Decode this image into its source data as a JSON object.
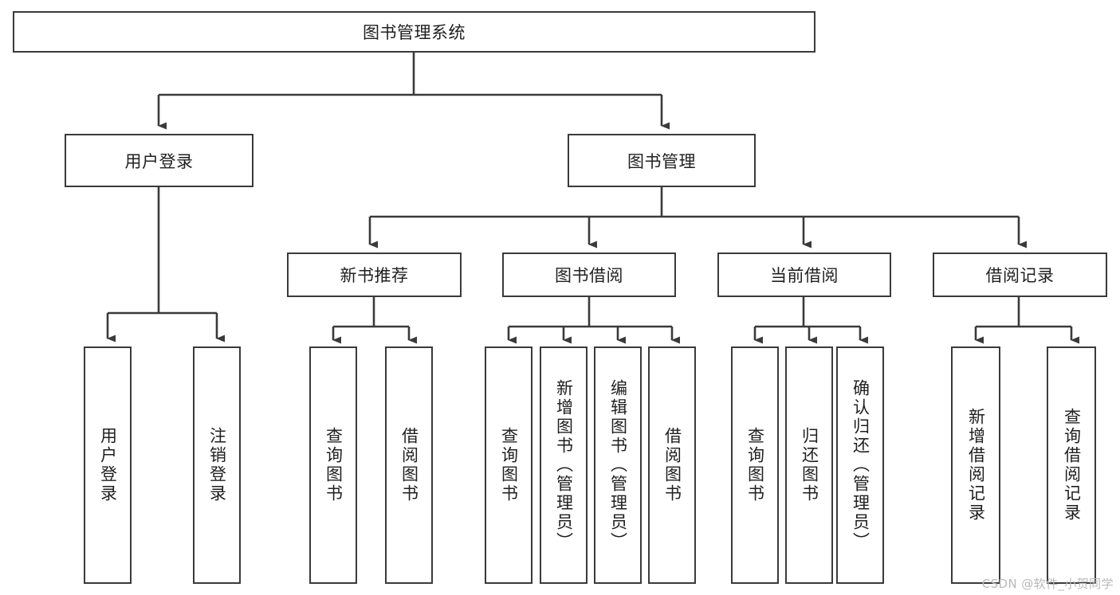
{
  "diagram": {
    "title": "图书管理系统",
    "type": "tree",
    "watermark": "CSDN @软件_小贺同学",
    "colors": {
      "node_border": "#3a3a3a",
      "node_fill": "#ffffff",
      "edge": "#3a3a3a",
      "text": "#1f1f1f",
      "watermark": "#b9b9b9",
      "background": "#ffffff"
    },
    "root": {
      "label": "图书管理系统"
    },
    "level2": [
      {
        "label": "用户登录"
      },
      {
        "label": "图书管理"
      }
    ],
    "level3": [
      {
        "label": "新书推荐"
      },
      {
        "label": "图书借阅"
      },
      {
        "label": "当前借阅"
      },
      {
        "label": "借阅记录"
      }
    ],
    "leaves": [
      {
        "label": "用户登录",
        "parent": "用户登录"
      },
      {
        "label": "注销登录",
        "parent": "用户登录"
      },
      {
        "label": "查询图书",
        "parent": "新书推荐"
      },
      {
        "label": "借阅图书",
        "parent": "新书推荐"
      },
      {
        "label": "查询图书",
        "parent": "图书借阅"
      },
      {
        "label": "新增图书（管理员）",
        "parent": "图书借阅"
      },
      {
        "label": "编辑图书（管理员）",
        "parent": "图书借阅"
      },
      {
        "label": "借阅图书",
        "parent": "图书借阅"
      },
      {
        "label": "查询图书",
        "parent": "当前借阅"
      },
      {
        "label": "归还图书",
        "parent": "当前借阅"
      },
      {
        "label": "确认归还（管理员）",
        "parent": "当前借阅"
      },
      {
        "label": "新增借阅记录",
        "parent": "借阅记录"
      },
      {
        "label": "查询借阅记录",
        "parent": "借阅记录"
      }
    ]
  }
}
